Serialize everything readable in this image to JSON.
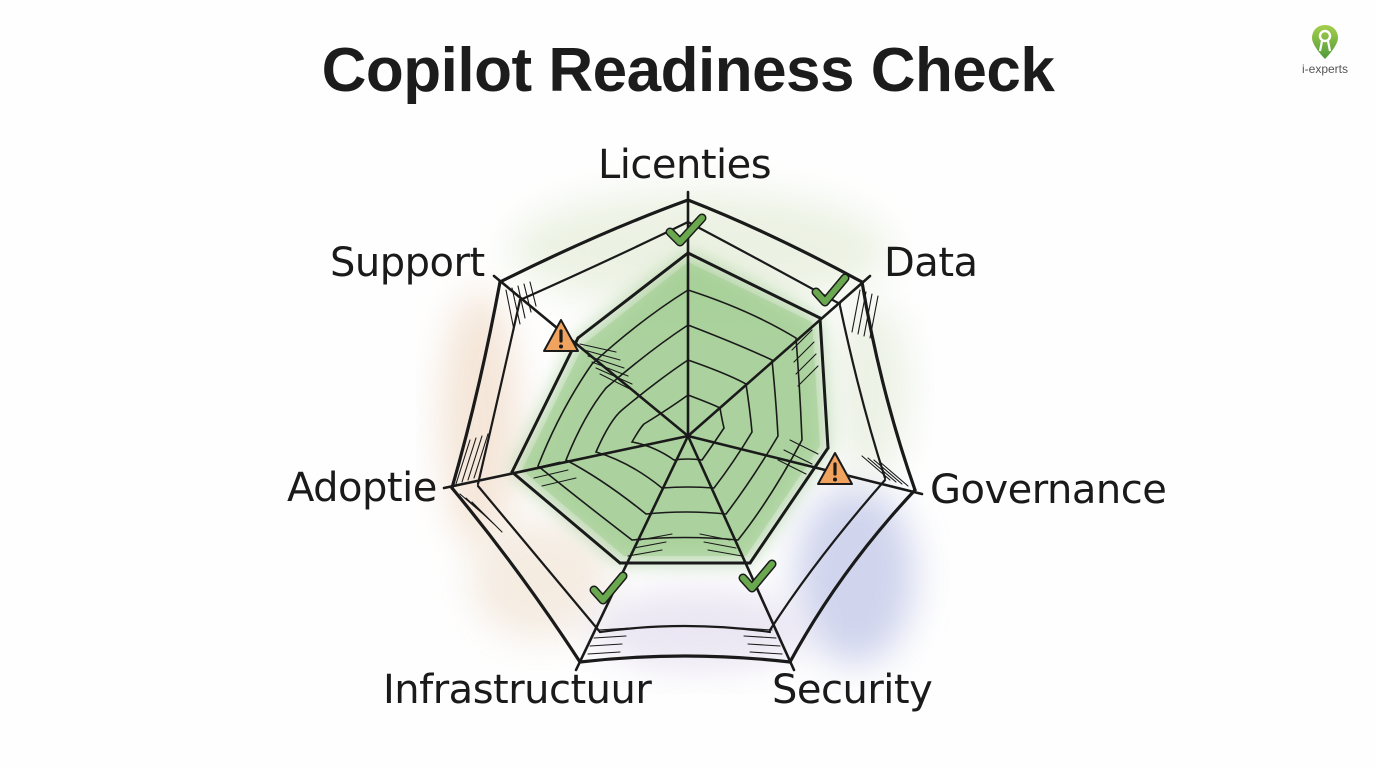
{
  "header": {
    "title": "Copilot Readiness Check"
  },
  "logo": {
    "text": "i-experts",
    "icon": "location-pin-person-icon",
    "color": "#7cb342"
  },
  "colors": {
    "ink": "#1a1a1a",
    "check_green": "#6aa84f",
    "warning_orange": "#f0a35e",
    "fill_green": "#8fc17f",
    "wash_blue": "#c7cbe8",
    "wash_peach": "#f3e2d2"
  },
  "axes": [
    {
      "label": "Licenties",
      "status": "ok",
      "status_icon": "checkmark-icon"
    },
    {
      "label": "Data",
      "status": "ok",
      "status_icon": "checkmark-icon"
    },
    {
      "label": "Governance",
      "status": "warning",
      "status_icon": "warning-triangle-icon"
    },
    {
      "label": "Security",
      "status": "ok",
      "status_icon": "checkmark-icon"
    },
    {
      "label": "Infrastructuur",
      "status": "ok",
      "status_icon": "checkmark-icon"
    },
    {
      "label": "Adoptie",
      "status": "none",
      "status_icon": ""
    },
    {
      "label": "Support",
      "status": "warning",
      "status_icon": "warning-triangle-icon"
    }
  ],
  "legend": {
    "ok": "check",
    "warning": "warning"
  }
}
